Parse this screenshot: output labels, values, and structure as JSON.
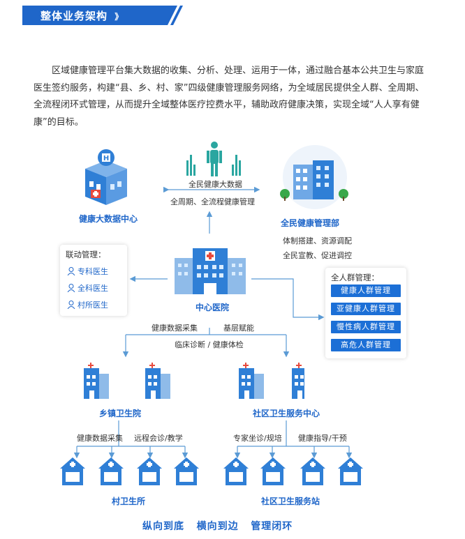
{
  "header": {
    "title": "整体业务架构",
    "chevrons": "》"
  },
  "intro_text": "区域健康管理平台集大数据的收集、分析、处理、运用于一体，通过融合基本公共卫生与家庭医生签约服务，构建“县、乡、村、家”四级健康管理服务网络，为全域居民提供全人群、全周期、全流程闭环式管理，从而提升全域整体医疗控费水平，辅助政府健康决策，实现全域“人人享有健康”的目标。",
  "nodes": {
    "big_data_center": "健康大数据中心",
    "national_health_dept": "全民健康管理部",
    "central_hospital": "中心医院",
    "township_hospital": "乡镇卫生院",
    "community_center": "社区卫生服务中心",
    "village_clinic": "村卫生所",
    "community_station": "社区卫生服务站"
  },
  "top_labels": {
    "big_data": "全民健康大数据",
    "lifecycle": "全周期、全流程健康管理"
  },
  "dept_labels": {
    "line1": "体制搭建、资源调配",
    "line2": "全民宣教、促进调控"
  },
  "linkage": {
    "title": "联动管理：",
    "items": [
      "专科医生",
      "全科医生",
      "村所医生"
    ]
  },
  "population": {
    "title": "全人群管理：",
    "items": [
      "健康人群管理",
      "亚健康人群管理",
      "慢性病人群管理",
      "高危人群管理"
    ]
  },
  "mid_labels": {
    "collect": "健康数据采集",
    "empower": "基层赋能",
    "diagnosis": "临床诊断 / 健康体检"
  },
  "lower_labels": {
    "collect": "健康数据采集",
    "remote": "远程会诊/教学",
    "expert": "专家坐诊/规培",
    "guide": "健康指导/干预"
  },
  "slogan": "纵向到底   横向到边   管理闭环",
  "colors": {
    "primary": "#1f66c9",
    "button": "#1c6fd6",
    "line": "#5b9bd5"
  }
}
